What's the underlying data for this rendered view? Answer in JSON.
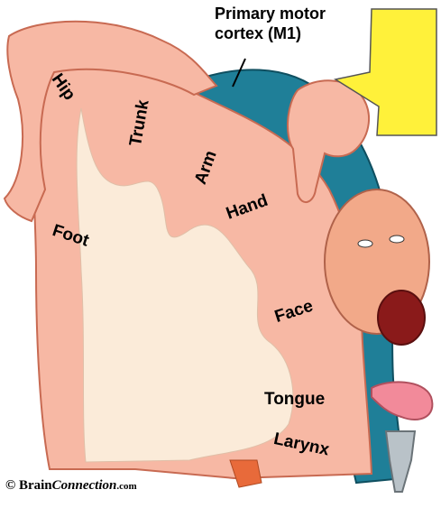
{
  "diagram": {
    "title_line1": "Primary motor",
    "title_line2": "cortex (M1)",
    "body_labels": {
      "hip": "Hip",
      "trunk": "Trunk",
      "arm": "Arm",
      "hand": "Hand",
      "foot": "Foot",
      "face": "Face",
      "tongue": "Tongue",
      "larynx": "Larynx"
    },
    "credit": {
      "prefix": "© Brain",
      "italic": "Connection",
      "suffix": ".com"
    }
  },
  "colors": {
    "cortex_pink": "#f7b8a4",
    "cortex_outline": "#c86a52",
    "white_matter": "#fbebd9",
    "blue_meninges": "#1f7f98",
    "speech_bubble": "#fff13a"
  }
}
